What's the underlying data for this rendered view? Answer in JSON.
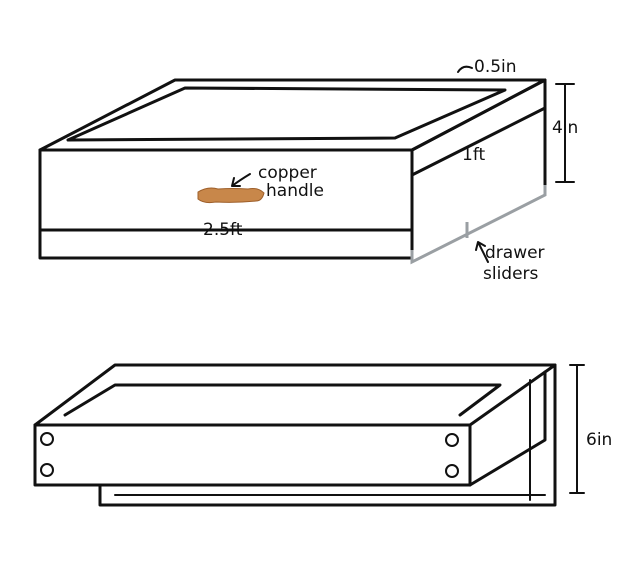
{
  "drawer_cabinet": {
    "labels": {
      "lip_thickness": "0.5in",
      "height": "4in",
      "depth": "1ft",
      "handle_line1": "copper",
      "handle_line2": "handle",
      "width": "2.5ft",
      "sliders_line1": "drawer",
      "sliders_line2": "sliders"
    },
    "handle_color": "#c8874a",
    "slider_color": "#9a9fa3"
  },
  "drawer": {
    "labels": {
      "height": "6in"
    }
  }
}
